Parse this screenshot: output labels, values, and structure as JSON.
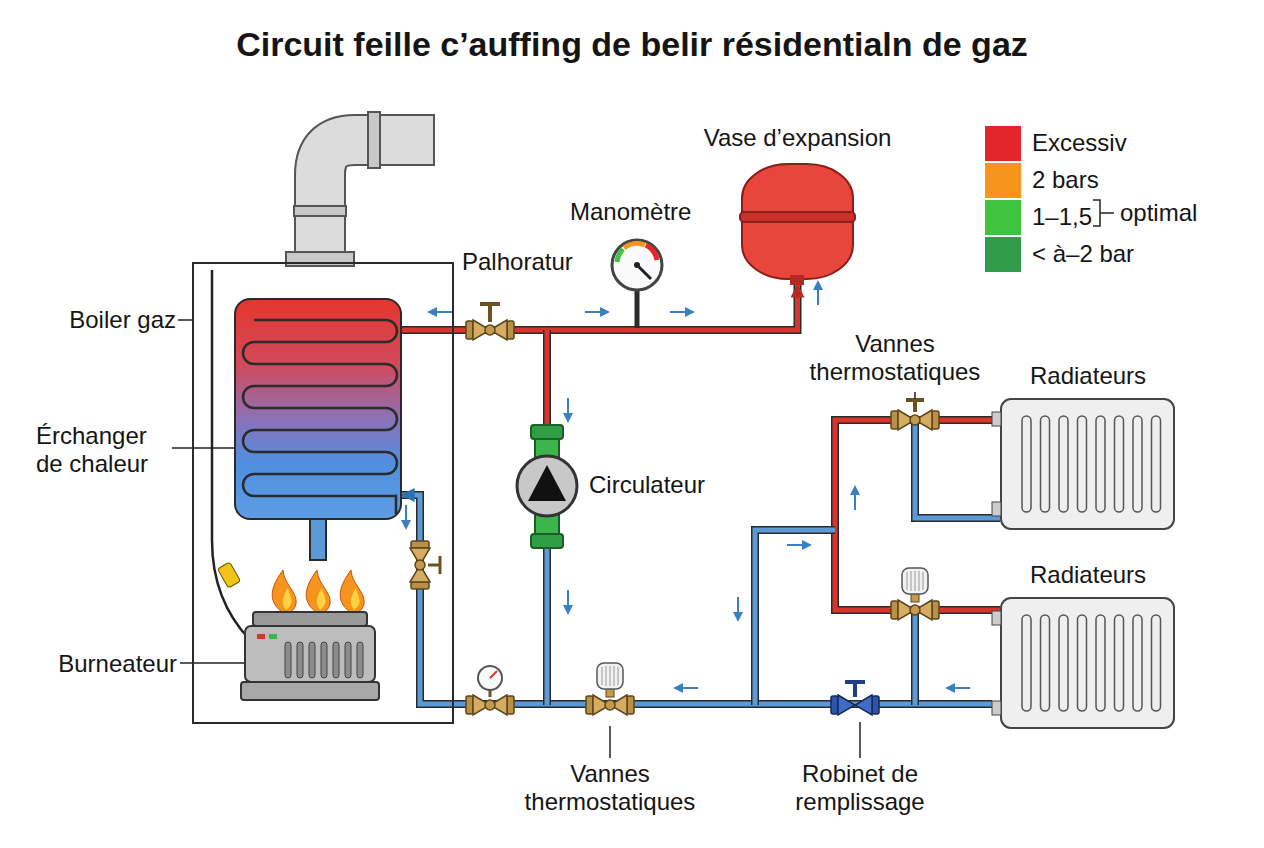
{
  "diagram": {
    "title": "Circuit feille c’auffing de belir résidentialn de gaz",
    "nodes": [
      {
        "text": [
          "Boiler gaz"
        ]
      },
      {
        "text": [
          "Érchanger de chaleur"
        ],
        "in": 0
      },
      {
        "text": [
          "Burneateur"
        ],
        "in": 0
      },
      {
        "text": [
          "Vase d’expansion"
        ]
      },
      {
        "text": [
          "Circulateur"
        ]
      },
      {
        "text": [
          "Radiateurs"
        ]
      },
      {
        "text": [
          "Radiateurs"
        ]
      }
    ],
    "edges": [
      {
        "from": 1,
        "to": 3,
        "arrow": "to"
      },
      {
        "from": 6,
        "to": 1,
        "arrow": "to"
      }
    ],
    "labels": [
      "Palhoratur",
      "Manomètre",
      "Vannes thermostatiques",
      "Vannes thermostatiques",
      "Robinet de remplissage",
      "optimal"
    ],
    "legend": [
      {
        "text": "Excessiv",
        "color": "#e3262b"
      },
      {
        "text": "2 bars",
        "color": "#f7941d"
      },
      {
        "text": "1–1,5",
        "color": "#3fc43f"
      },
      {
        "text": "< à–2 bar",
        "color": "#2f9b4b"
      }
    ]
  }
}
